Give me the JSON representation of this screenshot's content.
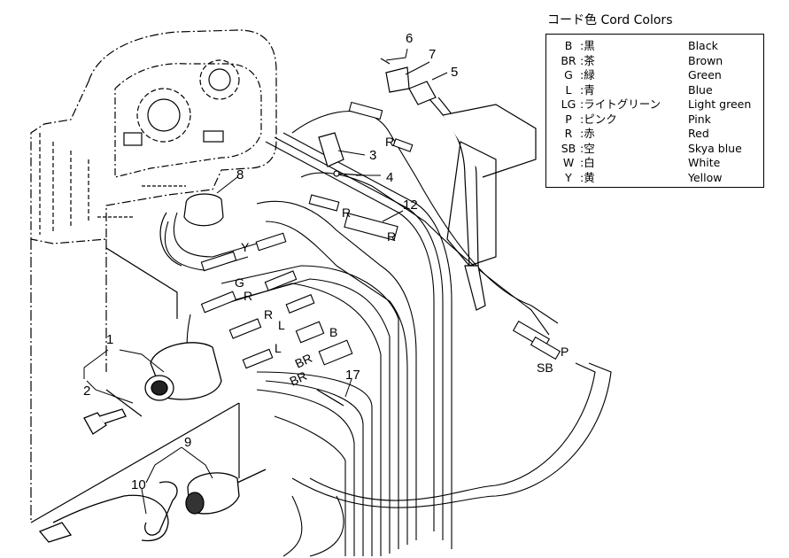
{
  "legend": {
    "title": "コード色 Cord Colors",
    "rows": [
      {
        "code": "B",
        "ja": ":黒",
        "en": "Black"
      },
      {
        "code": "BR",
        "ja": ":茶",
        "en": "Brown"
      },
      {
        "code": "G",
        "ja": ":緑",
        "en": "Green"
      },
      {
        "code": "L",
        "ja": ":青",
        "en": "Blue"
      },
      {
        "code": "LG",
        "ja": ":ライトグリーン",
        "en": "Light green"
      },
      {
        "code": "P",
        "ja": ":ピンク",
        "en": "Pink"
      },
      {
        "code": "R",
        "ja": ":赤",
        "en": "Red"
      },
      {
        "code": "SB",
        "ja": ":空",
        "en": "Skya blue"
      },
      {
        "code": "W",
        "ja": ":白",
        "en": "White"
      },
      {
        "code": "Y",
        "ja": ":黄",
        "en": "Yellow"
      }
    ]
  },
  "callouts": {
    "c1": "1",
    "c2": "2",
    "c3": "3",
    "c4": "4",
    "c5": "5",
    "c6": "6",
    "c7": "7",
    "c8": "8",
    "c9": "9",
    "c10": "10",
    "c12": "12",
    "c17": "17"
  },
  "wire_labels": {
    "r_top": "R",
    "r_mid": "R",
    "r_right": "R",
    "y": "Y",
    "g": "G",
    "r_left": "R",
    "r_lower": "R",
    "l_upper": "L",
    "b": "B",
    "l_lower": "L",
    "br_upper": "BR",
    "br_lower": "BR",
    "p": "P",
    "sb": "SB"
  }
}
